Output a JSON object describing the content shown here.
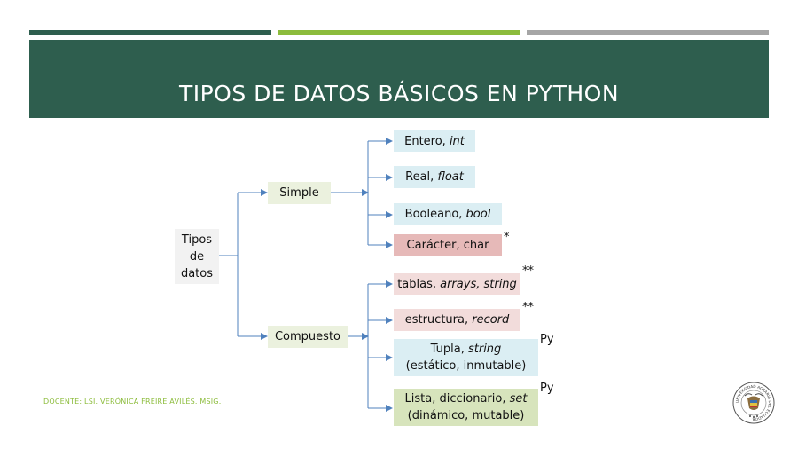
{
  "slide": {
    "title": "TIPOS DE DATOS BÁSICOS EN PYTHON",
    "footer": "DOCENTE: LSI. VERÓNICA FREIRE AVILÉS. MSIG."
  },
  "tree": {
    "root": [
      "Tipos",
      "de",
      "datos"
    ],
    "simple": {
      "label": "Simple",
      "items": [
        {
          "text": "Entero, ",
          "em": "int"
        },
        {
          "text": "Real, ",
          "em": "float"
        },
        {
          "text": "Booleano, ",
          "em": "bool"
        },
        {
          "text": "Carácter, char",
          "em": "",
          "mark": "*"
        }
      ]
    },
    "compuesto": {
      "label": "Compuesto",
      "items": [
        {
          "text": "tablas, ",
          "em": "arrays, string",
          "mark": "**"
        },
        {
          "text": "estructura, ",
          "em": "record",
          "mark": "**"
        },
        {
          "line1": "Tupla, ",
          "line1_em": "string",
          "line2": "(estático, inmutable)",
          "mark": "Py"
        },
        {
          "line1": "Lista, diccionario, ",
          "line1_em": "set",
          "line2": "(dinámico, mutable)",
          "mark": "Py"
        }
      ]
    }
  },
  "colors": {
    "header": "#2e5e4e",
    "accent_green": "#8cbc3c",
    "accent_gray": "#a6a6a6",
    "connector": "#4f81bd"
  },
  "logo": {
    "name": "university-seal-icon",
    "text": "UNIVERSIDAD AGRARIA DEL ECUADOR"
  }
}
